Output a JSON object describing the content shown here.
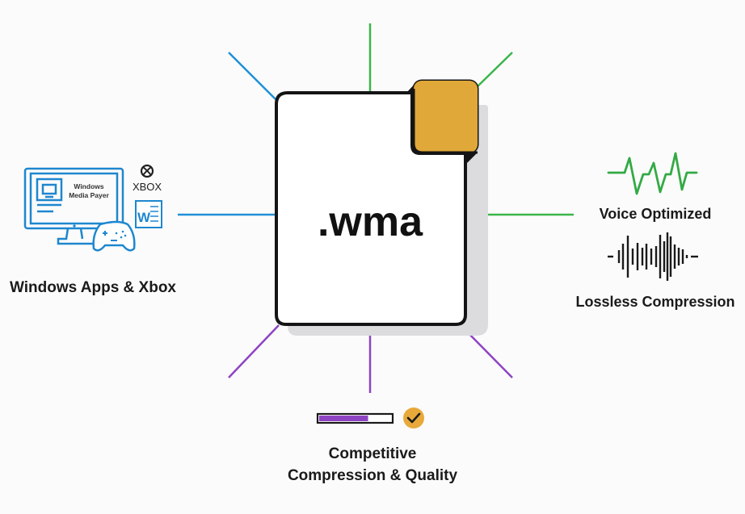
{
  "center": {
    "file_extension": ".wma",
    "icon": "document-file-icon",
    "corner_color": "#E0A838"
  },
  "branches": {
    "left": {
      "label": "Windows Apps & Xbox",
      "icon_texts": {
        "screen_line1": "Windows",
        "screen_line2": "Media Payer",
        "xbox": "XBOX",
        "word": "W"
      },
      "color": "#1E90D8"
    },
    "right_top": {
      "label": "Voice Optimized",
      "icon": "waveform-icon",
      "color": "#3BB54A"
    },
    "right_bottom": {
      "label": "Lossless Compression",
      "icon": "audio-bars-icon"
    },
    "bottom": {
      "label_line1": "Competitive",
      "label_line2": "Compression & Quality",
      "progress_fraction": 0.68,
      "progress_color": "#8E44C2",
      "check_color": "#E8A93A",
      "color": "#8E44C2"
    }
  }
}
